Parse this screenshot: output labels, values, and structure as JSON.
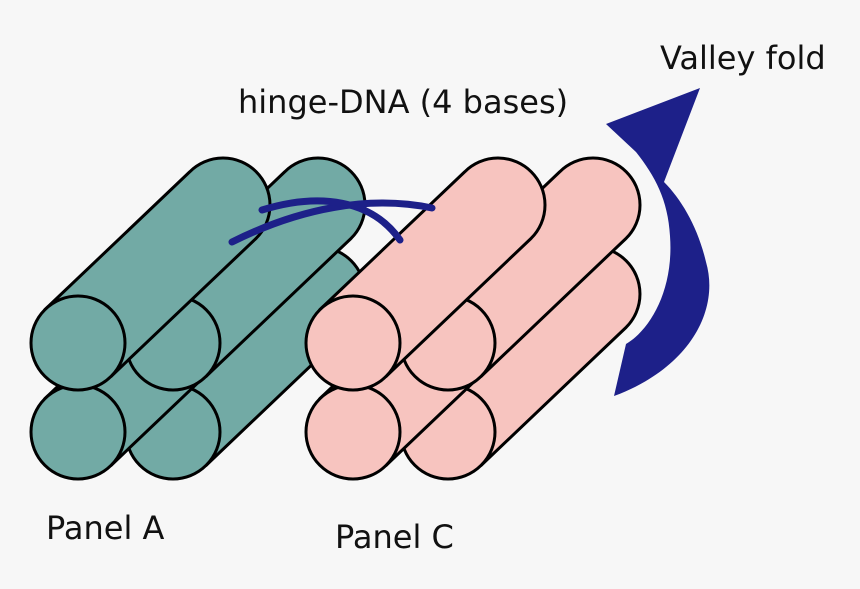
{
  "labels": {
    "fold": "Valley fold",
    "hinge": "hinge-DNA (4 bases)",
    "panel_a": "Panel A",
    "panel_c": "Panel C"
  },
  "colors": {
    "panel_a_fill": "#72aaa5",
    "panel_c_fill": "#f7c4bf",
    "hinge_strand": "#1d2089",
    "fold_arrow": "#1d2089",
    "outline": "#000000",
    "background": "#f7f7f7"
  }
}
